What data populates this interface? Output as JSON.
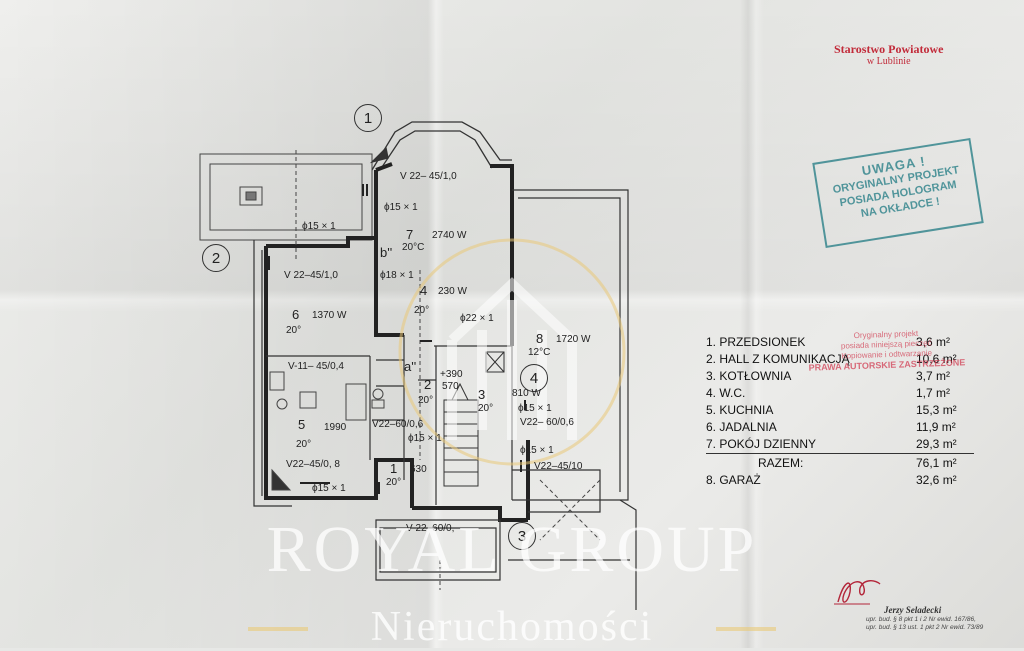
{
  "stamp": {
    "office": "Starostwo Powiatowe",
    "office_sub": "w Lublinie"
  },
  "notice": {
    "title": "UWAGA !",
    "line1": "ORYGINALNY PROJEKT",
    "line2": "POSIADA HOLOGRAM",
    "line3": "NA OKŁADCE !"
  },
  "rooms_legend": {
    "items": [
      {
        "name": "1. PRZEDSIONEK",
        "area": "3,6 m²"
      },
      {
        "name": "2. HALL Z KOMUNIKACJĄ",
        "area": "10,6 m²"
      },
      {
        "name": "3. KOTŁOWNIA",
        "area": "3,7 m²"
      },
      {
        "name": "4. W.C.",
        "area": "1,7 m²"
      },
      {
        "name": "5. KUCHNIA",
        "area": "15,3 m²"
      },
      {
        "name": "6. JADALNIA",
        "area": "11,9 m²"
      },
      {
        "name": "7. POKÓJ DZIENNY",
        "area": "29,3 m²"
      }
    ],
    "total": {
      "name": "RAZEM:",
      "area": "76,1 m²"
    },
    "garage": {
      "name": "8. GARAŻ",
      "area": "32,6 m²"
    }
  },
  "copyright_stamp": {
    "line1": "Oryginalny projekt",
    "line2": "posiada niniejszą pieczęć",
    "line3": "Kopiowanie i odtwarzanie",
    "line4": "PRAWA AUTORSKIE ZASTRZEŻONE"
  },
  "axes": [
    "1",
    "2",
    "3",
    "4"
  ],
  "plan_labels": {
    "v_top": "V 22– 45/1,0",
    "phi15_a": "ϕ15 × 1",
    "r7_num": "7",
    "r7_power": "2740 W",
    "r7_temp": "20°C",
    "b_mark": "b''",
    "phi18": "ϕ18 × 1",
    "phi15_b": "ϕ15 × 1",
    "v_left": "V 22–45/1,0",
    "r4_num": "4",
    "r4_power": "230 W",
    "r4_temp": "20°",
    "phi22": "ϕ22 × 1",
    "r6_num": "6",
    "r6_power": "1370 W",
    "r6_temp": "20°",
    "r8_num": "8",
    "r8_power": "1720 W",
    "r8_temp": "12°C",
    "v11": "V-11– 45/0,4",
    "a_mark": "a''",
    "r2_power": "+390",
    "r2_num": "2",
    "r2_temp": "20°",
    "r2_extra": "570",
    "r3_num": "3",
    "r3_power": "810 W",
    "r3_temp": "20°",
    "phi15_c": "ϕ15 × 1",
    "v22_60": "V22– 60/0,6",
    "r5_num": "5",
    "r5_power": "1990",
    "r5_temp": "20°",
    "v22_60b": "V22–60/0,6",
    "phi15_d": "ϕ15 × 1",
    "phi15_e": "ϕ15 × 1",
    "v22_45_08": "V22–45/0, 8",
    "r1_num": "1",
    "r1_power": "630",
    "r1_temp": "20°",
    "v22_45_10": "V22–45/10",
    "phi15_f": "ϕ15 × 1",
    "v_bottom": "V 22–60/0,"
  },
  "watermark": {
    "brand": "ROYAL GROUP",
    "sub": "Nieruchomości"
  },
  "signature": {
    "name": "Jerzy Seladecki",
    "line1": "upr. bud. § 8 pkt 1 i 2 Nr ewid. 167/86,",
    "line2": "upr. bud. § 13 ust. 1 pkt 2 Nr ewid. 73/89"
  },
  "colors": {
    "stamp_red": "#c22b3a",
    "notice_teal": "#3c8a91",
    "watermark_gold": "#e9c978"
  }
}
